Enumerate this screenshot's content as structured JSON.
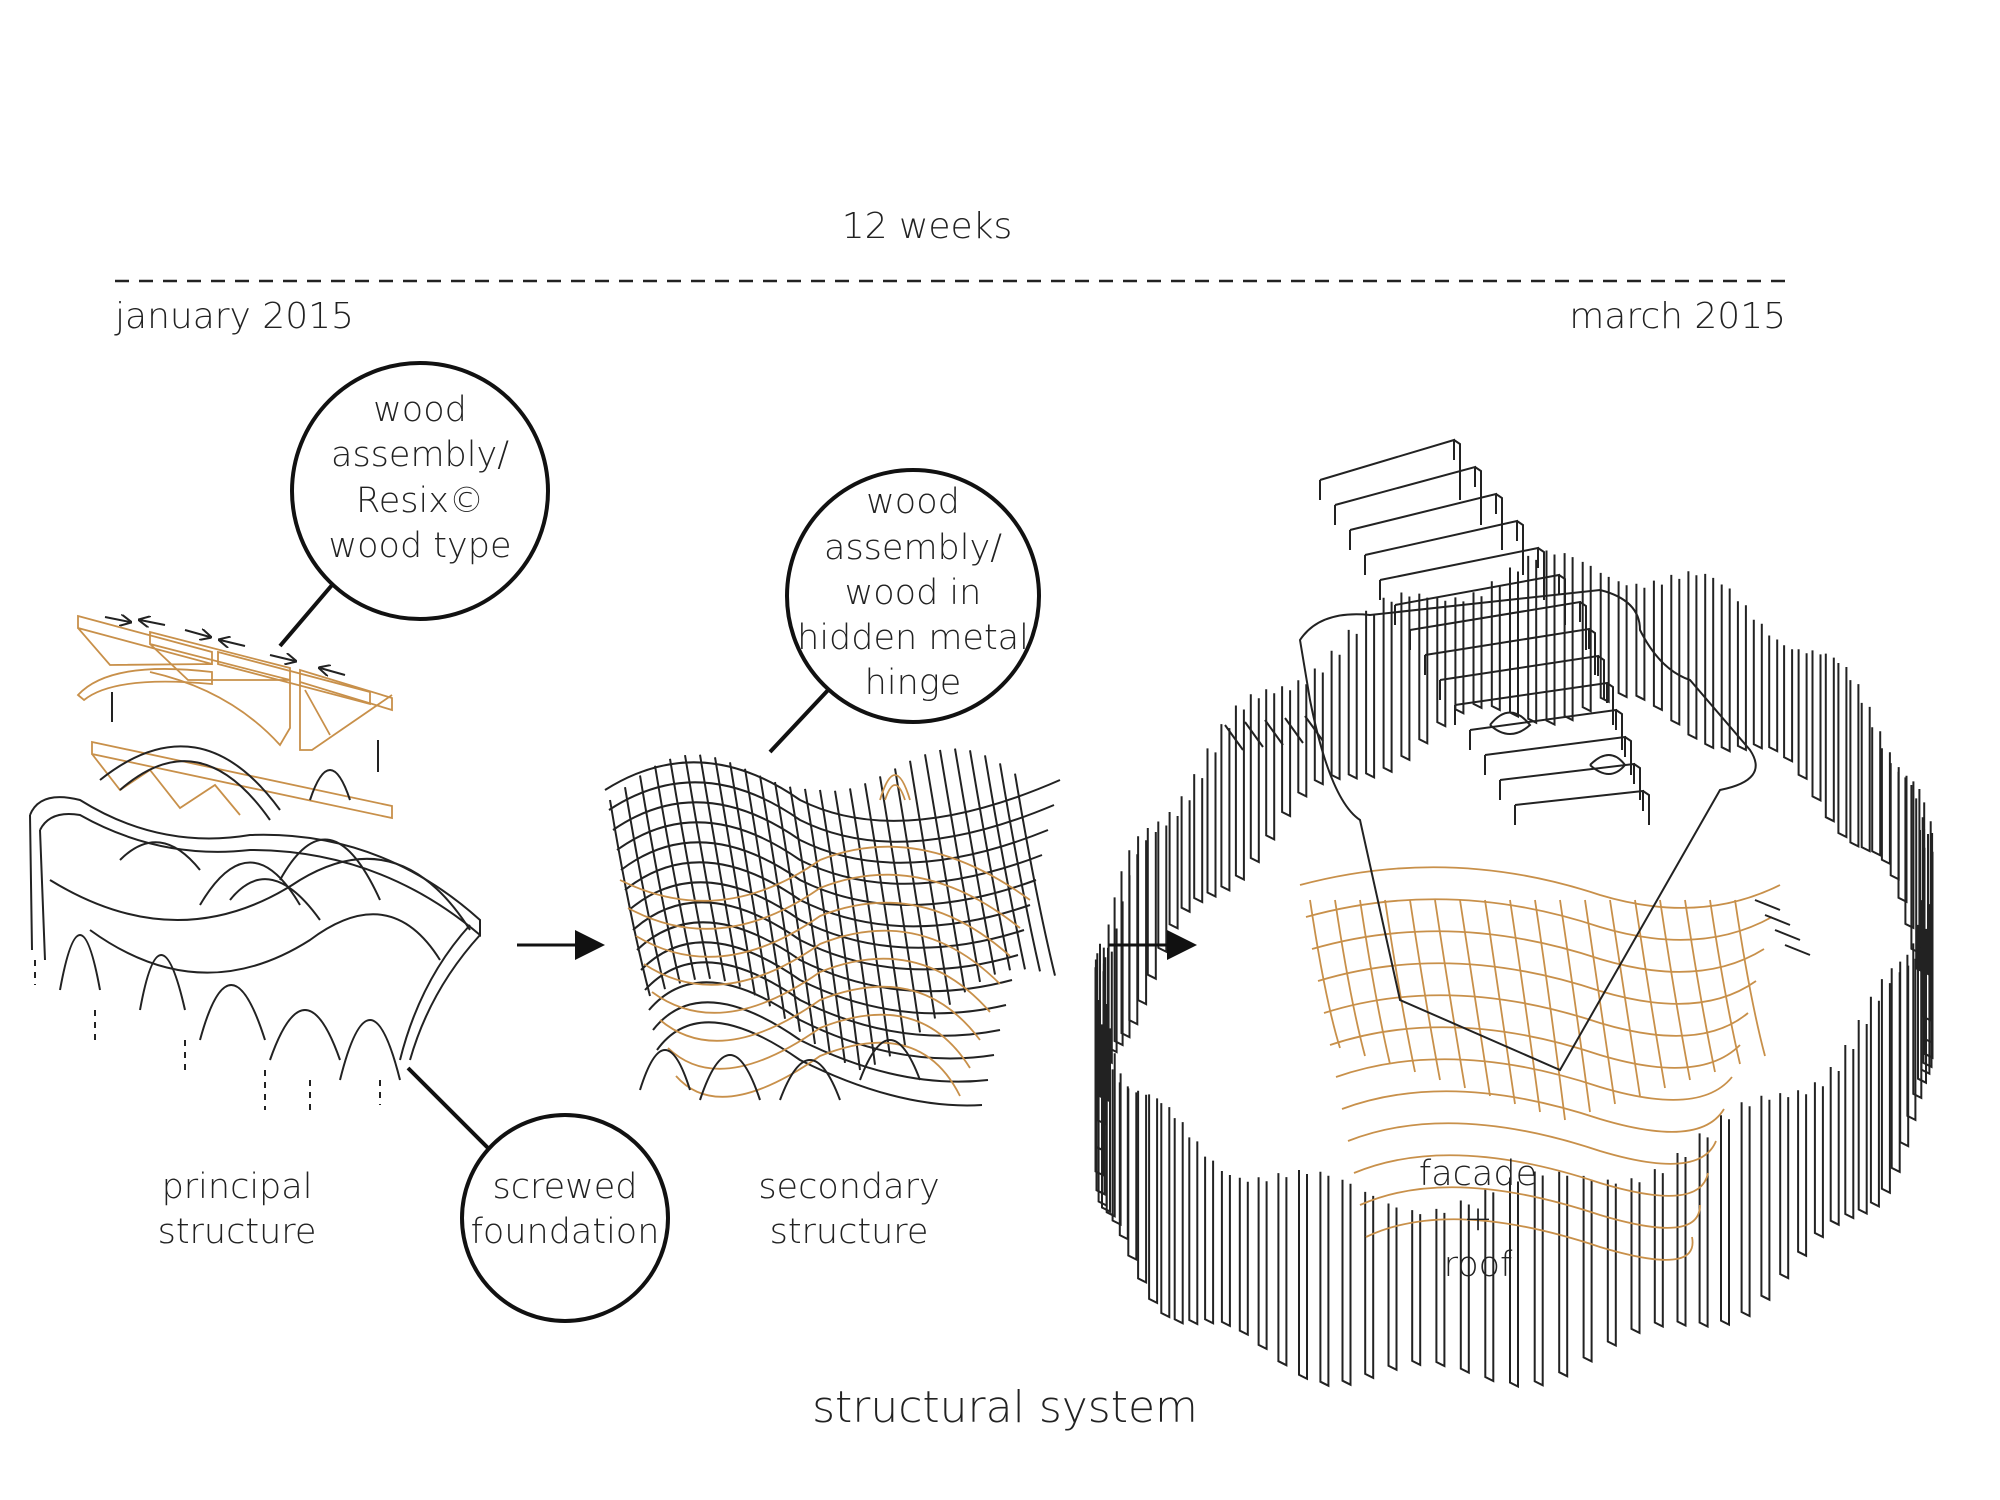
{
  "timeline": {
    "duration": "12 weeks",
    "start": "january 2015",
    "end": "march 2015"
  },
  "callouts": {
    "principal_joint": [
      "wood",
      "assembly/",
      "Resix©",
      "wood type"
    ],
    "secondary_joint": [
      "wood",
      "assembly/",
      "wood in",
      "hidden metal",
      "hinge"
    ],
    "foundation": [
      "screwed",
      "foundation"
    ]
  },
  "stages": {
    "principal": [
      "principal",
      "structure"
    ],
    "secondary": [
      "secondary",
      "structure"
    ],
    "facade": [
      "facade",
      "+",
      "roof"
    ]
  },
  "title": "structural system",
  "colors": {
    "ink": "#222222",
    "wood": "#c8904a"
  }
}
